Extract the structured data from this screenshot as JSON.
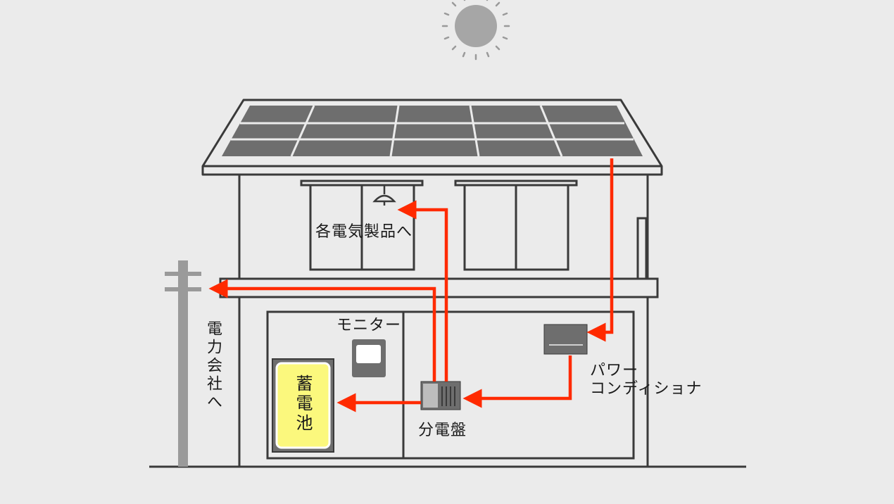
{
  "labels": {
    "appliances": "各電気製品へ",
    "monitor": "モニター",
    "power_conditioner_line1": "パワー",
    "power_conditioner_line2": "コンディショナ",
    "distribution_board": "分電盤",
    "battery": "蓄電池",
    "utility": "電力会社へ"
  },
  "colors": {
    "background": "#ebebeb",
    "outline": "#3a3a3a",
    "house_fill": "#ebebeb",
    "panel": "#6e6e6e",
    "flow_arrow": "#ff2a00",
    "battery_fill": "#fbf87d",
    "sun": "#a6a6a6",
    "pole": "#9a9a9a"
  },
  "icons": [
    "sun-icon",
    "ceiling-lamp-icon"
  ]
}
